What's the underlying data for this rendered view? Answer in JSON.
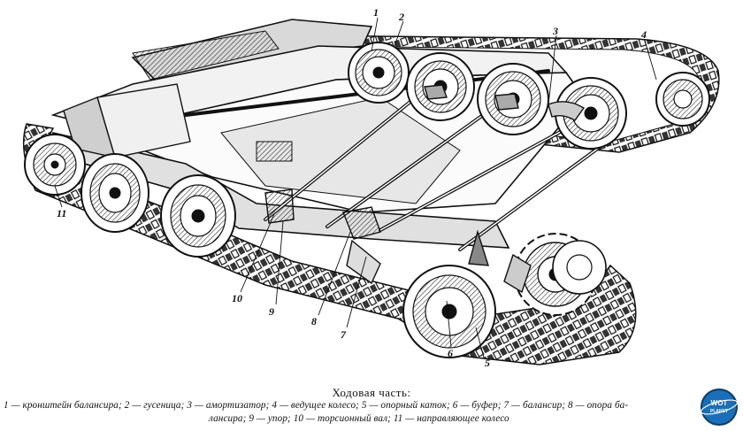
{
  "figure": {
    "title": "Ходовая часть:",
    "legend_line_1": "1 — кронштейн балансира; 2 — гусеница; 3 — амортизатор; 4 — ведущее колесо; 5 — опорный каток; 6 — буфер; 7 — балансир; 8 — опора ба-",
    "legend_line_2": "лансира; 9 — упор; 10 — торсионный вал; 11 — направляющее колесо",
    "callouts": [
      {
        "id": "1",
        "label": "1"
      },
      {
        "id": "2",
        "label": "2"
      },
      {
        "id": "3",
        "label": "3"
      },
      {
        "id": "4",
        "label": "4"
      },
      {
        "id": "5",
        "label": "5"
      },
      {
        "id": "6",
        "label": "6"
      },
      {
        "id": "7",
        "label": "7"
      },
      {
        "id": "8",
        "label": "8"
      },
      {
        "id": "9",
        "label": "9"
      },
      {
        "id": "10",
        "label": "10"
      },
      {
        "id": "11",
        "label": "11"
      }
    ]
  },
  "watermark": {
    "line_1": "WOT",
    "line_2": "PLANET",
    "color": "#1b6fb8"
  }
}
